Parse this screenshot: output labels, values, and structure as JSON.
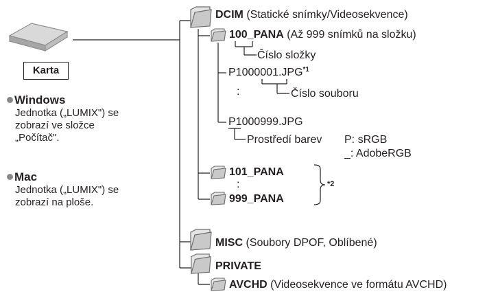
{
  "card": {
    "label": "Karta"
  },
  "os": {
    "windows": {
      "title": "Windows",
      "text": "Jednotka („LUMIX\") se zobrazí ve složce „Počítač\"."
    },
    "mac": {
      "title": "Mac",
      "text": "Jednotka („LUMIX\") se zobrazí na ploše."
    }
  },
  "tree": {
    "dcim": {
      "name": "DCIM",
      "desc": "(Statické snímky/Videosekvence)"
    },
    "pana100": {
      "name": "100_PANA",
      "desc": "(Až 999 snímků na složku)"
    },
    "folder_number_label": "Číslo složky",
    "file_first": "P1000001.JPG",
    "file_first_note": "*1",
    "file_number_label": "Číslo souboru",
    "ellipsis": ":",
    "file_last": "P1000999.JPG",
    "color_space_label": "Prostředí barev",
    "color_space_p": "P: sRGB",
    "color_space_u": "_: AdobeRGB",
    "pana101": {
      "name": "101_PANA"
    },
    "pana999": {
      "name": "999_PANA"
    },
    "folders_note": "*2",
    "misc": {
      "name": "MISC",
      "desc": "(Soubory DPOF, Oblíbené)"
    },
    "private": {
      "name": "PRIVATE"
    },
    "avchd": {
      "name": "AVCHD",
      "desc": "(Videosekvence ve formátu AVCHD)"
    }
  }
}
